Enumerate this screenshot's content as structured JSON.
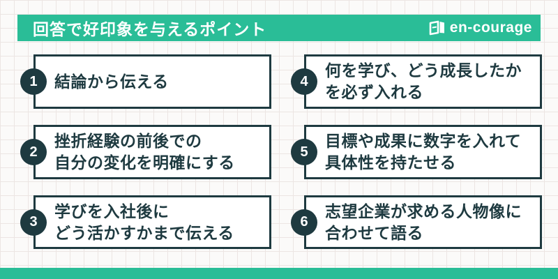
{
  "header": {
    "title": "回答で好印象を与えるポイント",
    "brand": "en-courage"
  },
  "colors": {
    "accent": "#2abd97",
    "dark": "#1e3a40",
    "page_bg": "#fbfaf9",
    "grid_line": "#ece5e3",
    "card_bg": "#ffffff",
    "text_on_accent": "#ffffff"
  },
  "points": [
    {
      "number": "1",
      "lines": [
        "結論から伝える"
      ]
    },
    {
      "number": "2",
      "lines": [
        "挫折経験の前後での",
        "自分の変化を明確にする"
      ]
    },
    {
      "number": "3",
      "lines": [
        "学びを入社後に",
        "どう活かすかまで伝える"
      ]
    },
    {
      "number": "4",
      "lines": [
        "何を学び、どう成長したか",
        "を必ず入れる"
      ]
    },
    {
      "number": "5",
      "lines": [
        "目標や成果に数字を入れて",
        "具体性を持たせる"
      ]
    },
    {
      "number": "6",
      "lines": [
        "志望企業が求める人物像に",
        "合わせて語る"
      ]
    }
  ]
}
